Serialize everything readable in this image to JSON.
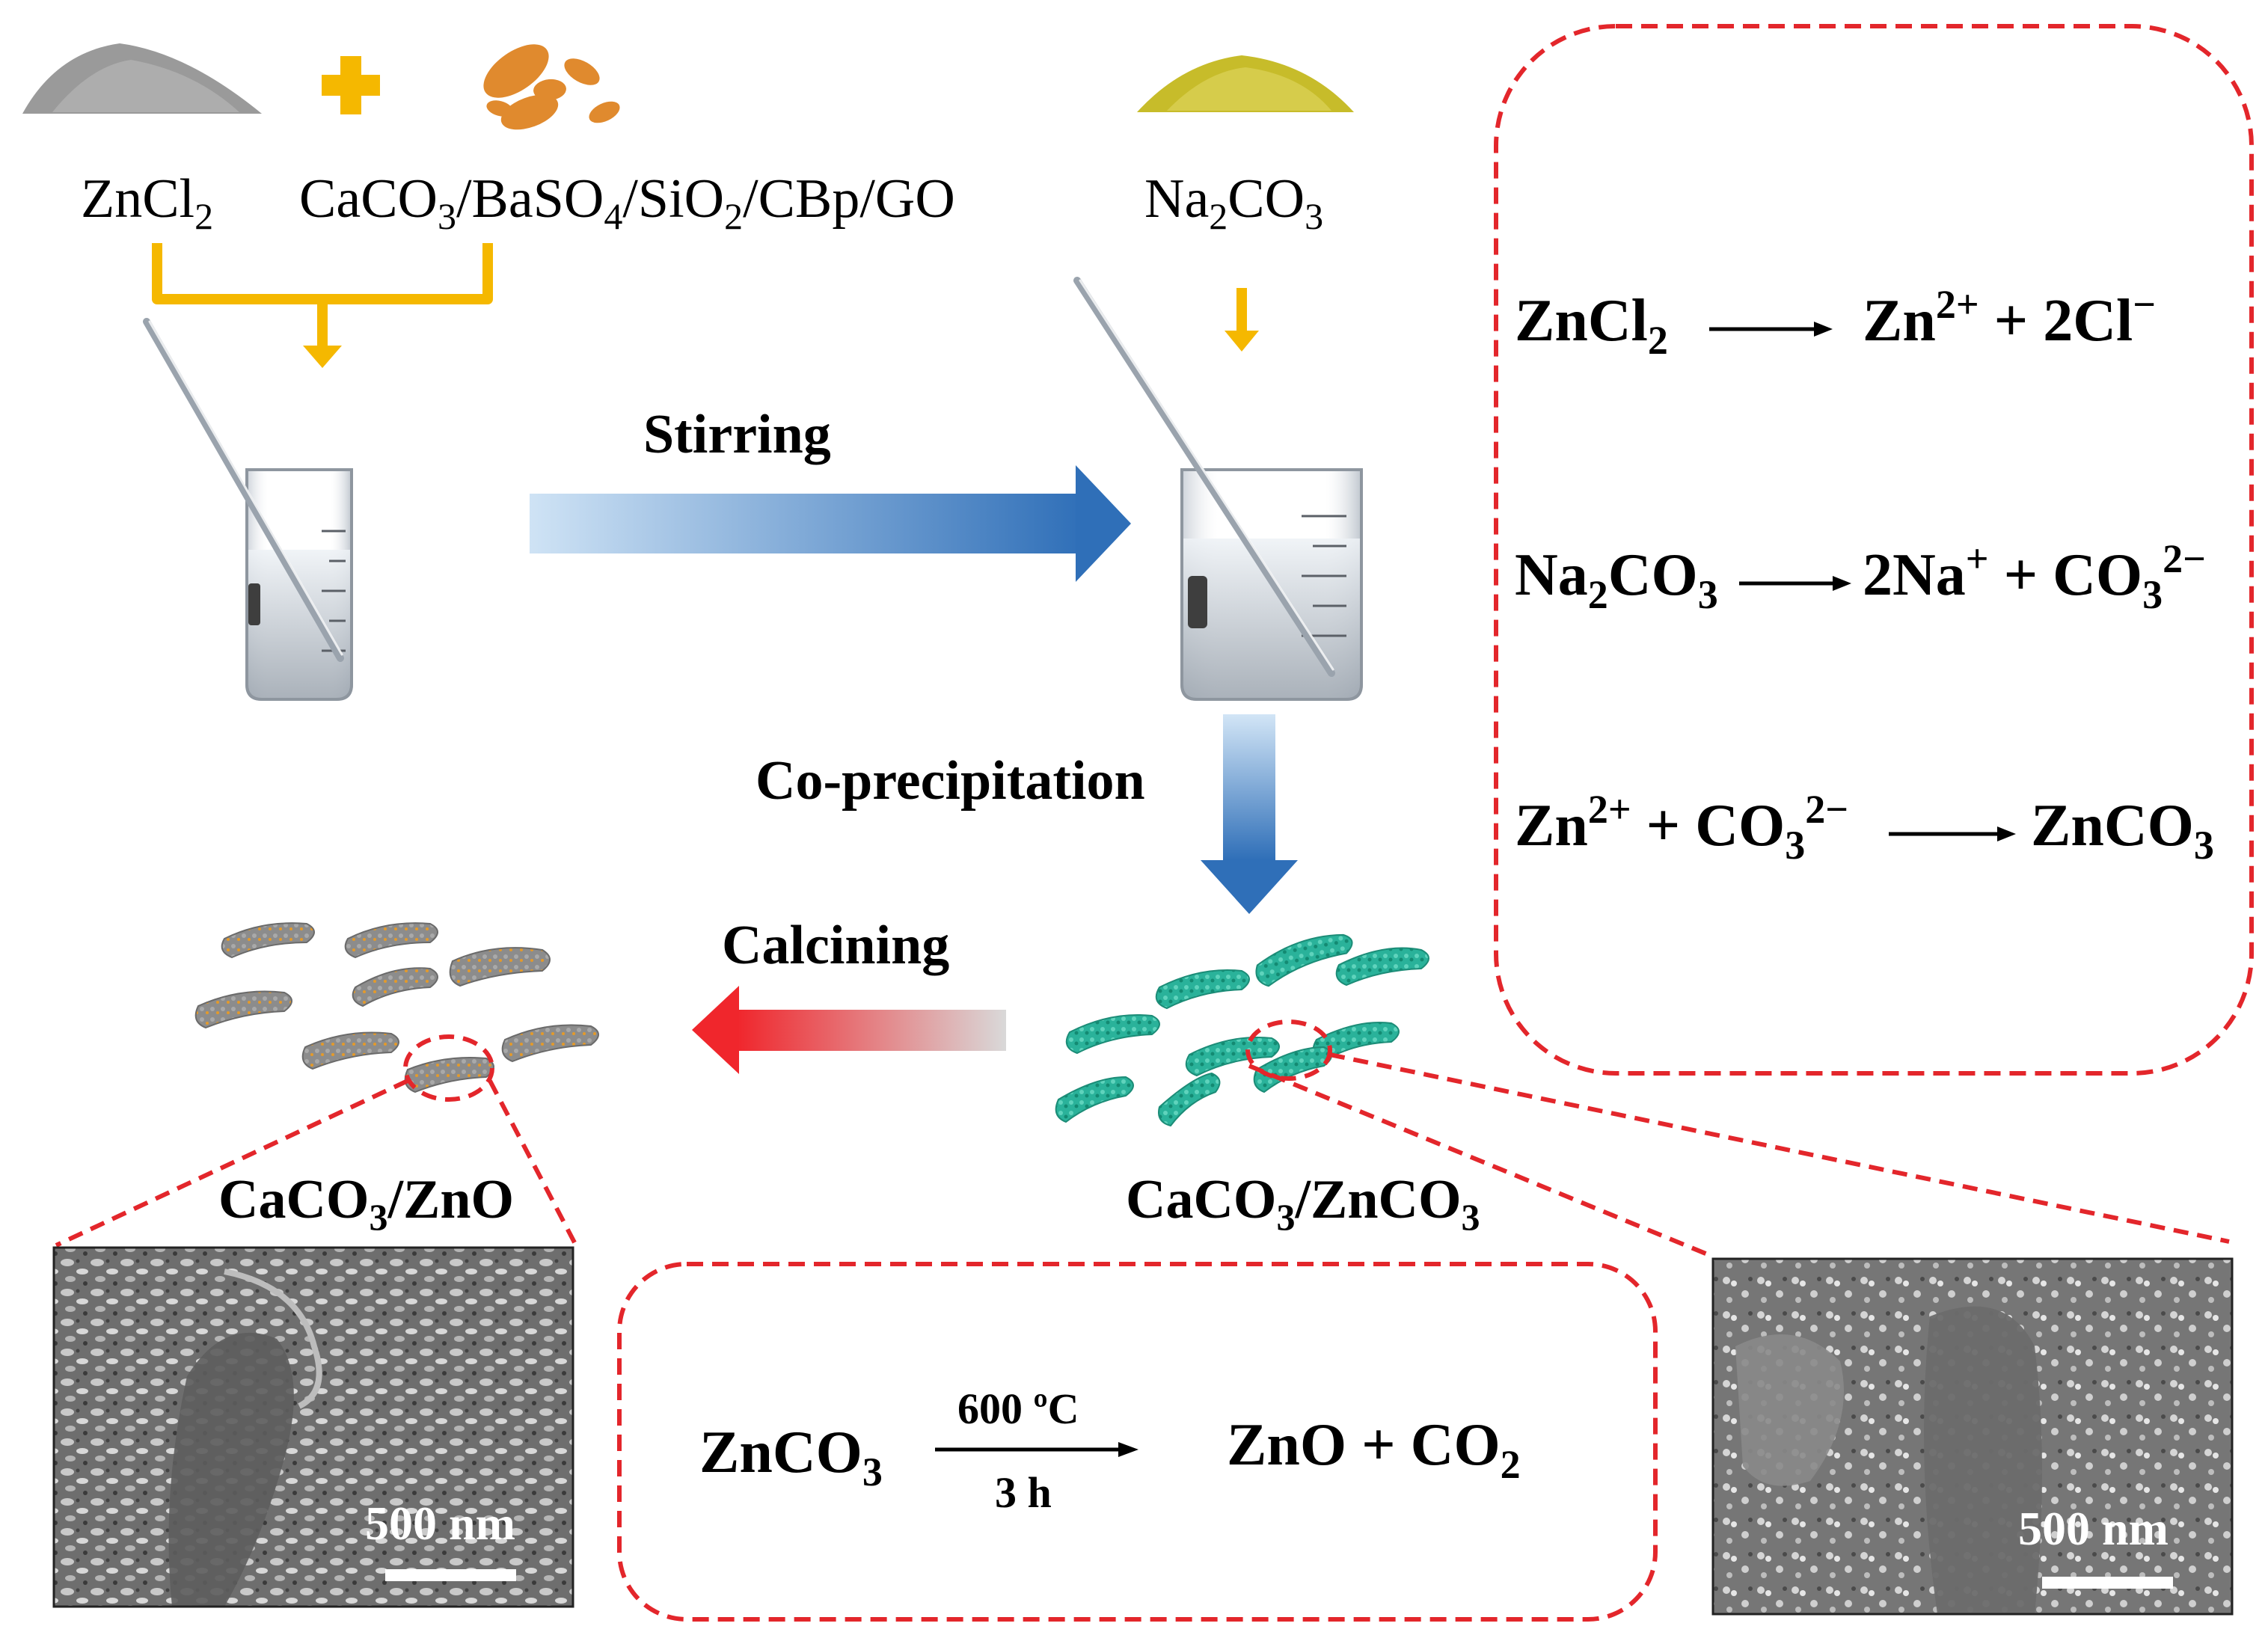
{
  "reactants": {
    "zncl2": {
      "main": "ZnCl",
      "sub": "2"
    },
    "template": {
      "p1": "CaCO",
      "s1": "3",
      "p2": "/BaSO",
      "s2": "4",
      "p3": "/SiO",
      "s3": "2",
      "p4": "/CBp/GO"
    },
    "na2co3": {
      "p1": "Na",
      "s1": "2",
      "p2": "CO",
      "s2": "3"
    }
  },
  "steps": {
    "stirring": "Stirring",
    "coprecipitation": "Co-precipitation",
    "calcining": "Calcining"
  },
  "products": {
    "precursor": {
      "p1": "CaCO",
      "s1": "3",
      "p2": "/ZnCO",
      "s2": "3"
    },
    "final": {
      "p1": "CaCO",
      "s1": "3",
      "p2": "/ZnO"
    }
  },
  "equations": {
    "eq1": {
      "lhs": "ZnCl",
      "lhs_sub": "2",
      "rhs": "Zn",
      "rhs_sup": "2+",
      "rhs2": " + 2Cl",
      "rhs2_sup": "−"
    },
    "eq2": {
      "lhs": "Na",
      "lhs_sub": "2",
      "lhs2": "CO",
      "lhs2_sub": "3",
      "rhs": "2Na",
      "rhs_sup": "+",
      "rhs2": " + CO",
      "rhs2_sub": "3",
      "rhs2_sup": "2−"
    },
    "eq3": {
      "lhs": "Zn",
      "lhs_sup": "2+",
      "lhs2": " + CO",
      "lhs2_sub": "3",
      "lhs2_sup": "2−",
      "rhs": "ZnCO",
      "rhs_sub": "3"
    }
  },
  "calcination": {
    "lhs": "ZnCO",
    "lhs_sub": "3",
    "temperature": "600 ºC",
    "time": "3 h",
    "rhs": "ZnO + CO",
    "rhs_sub": "2"
  },
  "sem": {
    "left_scale": "500 nm",
    "right_scale": "500 nm"
  },
  "colors": {
    "feed_arrow": "#f5b800",
    "stir_arrow": "#3b78bd",
    "calcine_arrow": "#f0262c",
    "dashed_box": "#e3262b",
    "particle_teal": "#2ab29a",
    "particle_gray": "#8c8c8c",
    "zncl2_powder": "#9a9a9a",
    "template_powder": "#e08a2e",
    "na2co3_powder": "#c7bc2a"
  }
}
